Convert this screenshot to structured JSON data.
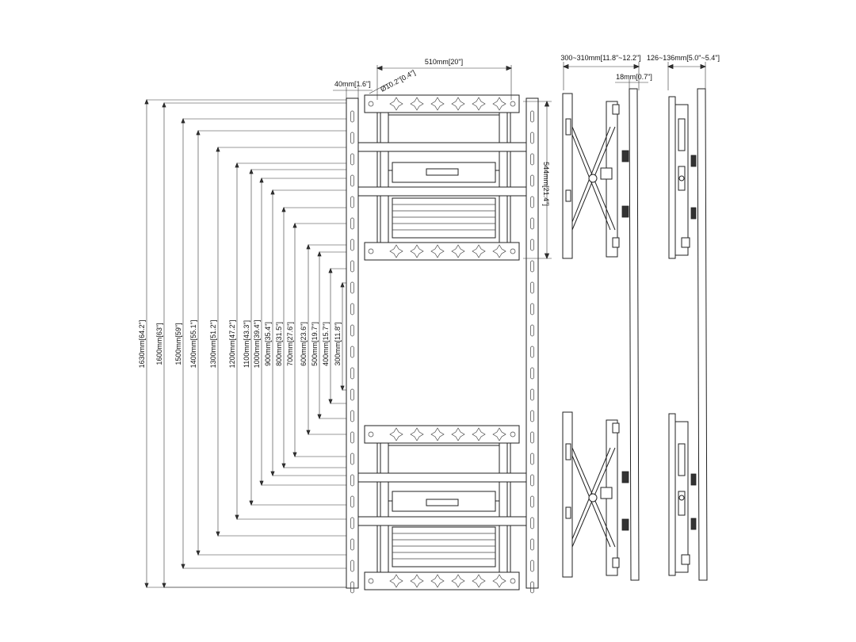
{
  "dimensions": {
    "width_top": "510mm[20\"]",
    "depth_range": "300~310mm[11.8\"~12.2\"]",
    "depth_thin": "18mm[0.7\"]",
    "side_depth_range": "126~136mm[5.0\"~5.4\"]",
    "offset_40": "40mm[1.6\"]",
    "hole_dia": "Ø10.2\"[0.4\"]",
    "bracket_height": "544mm[21.4\"]",
    "vertical_heights": [
      "1630mm[64.2\"]",
      "1600mm[63\"]",
      "1500mm[59\"]",
      "1400mm[55.1\"]",
      "1300mm[51.2\"]",
      "1200mm[47.2\"]",
      "1100mm[43.3\"]",
      "1000mm[39.4\"]",
      "900mm[35.4\"]",
      "800mm[31.5\"]",
      "700mm[27.6\"]",
      "600mm[23.6\"]",
      "500mm[19.7\"]",
      "400mm[15.7\"]",
      "300mm[11.8\"]"
    ]
  }
}
